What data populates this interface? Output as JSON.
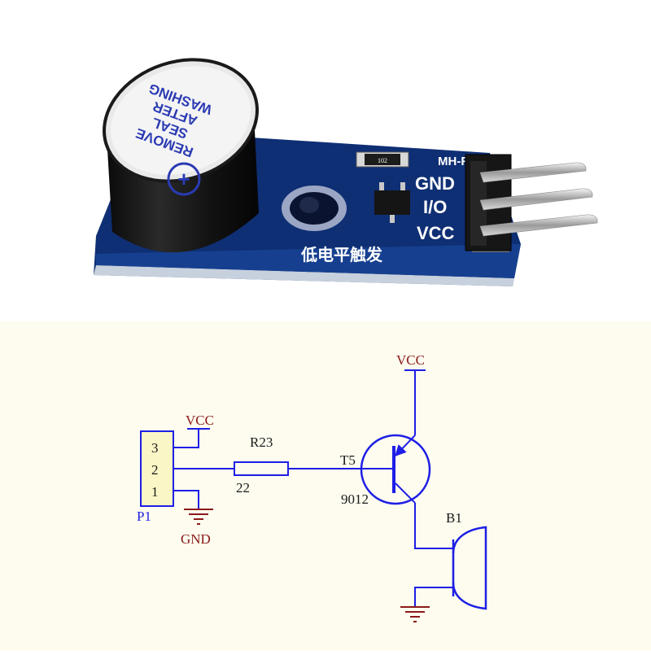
{
  "photo": {
    "sticker_lines": [
      "REMOVE",
      "SEAL",
      "AFTER",
      "WASHING"
    ],
    "sticker_symbol": "+",
    "resistor_code": "102",
    "board_model": "MH-FMD",
    "pin_labels": [
      "GND",
      "I/O",
      "VCC"
    ],
    "trigger_text": "低电平触发"
  },
  "schematic": {
    "connector": {
      "ref": "P1",
      "pins": [
        "3",
        "2",
        "1"
      ]
    },
    "net_vcc": "VCC",
    "net_gnd": "GND",
    "resistor": {
      "ref": "R23",
      "value": "22"
    },
    "transistor": {
      "ref": "T5",
      "part": "9012"
    },
    "buzzer": {
      "ref": "B1"
    },
    "colors": {
      "wire": "#1e1ee6",
      "net_label": "#8b1a1a",
      "ground": "#8b1a1a",
      "board": "#0f2f74"
    }
  }
}
